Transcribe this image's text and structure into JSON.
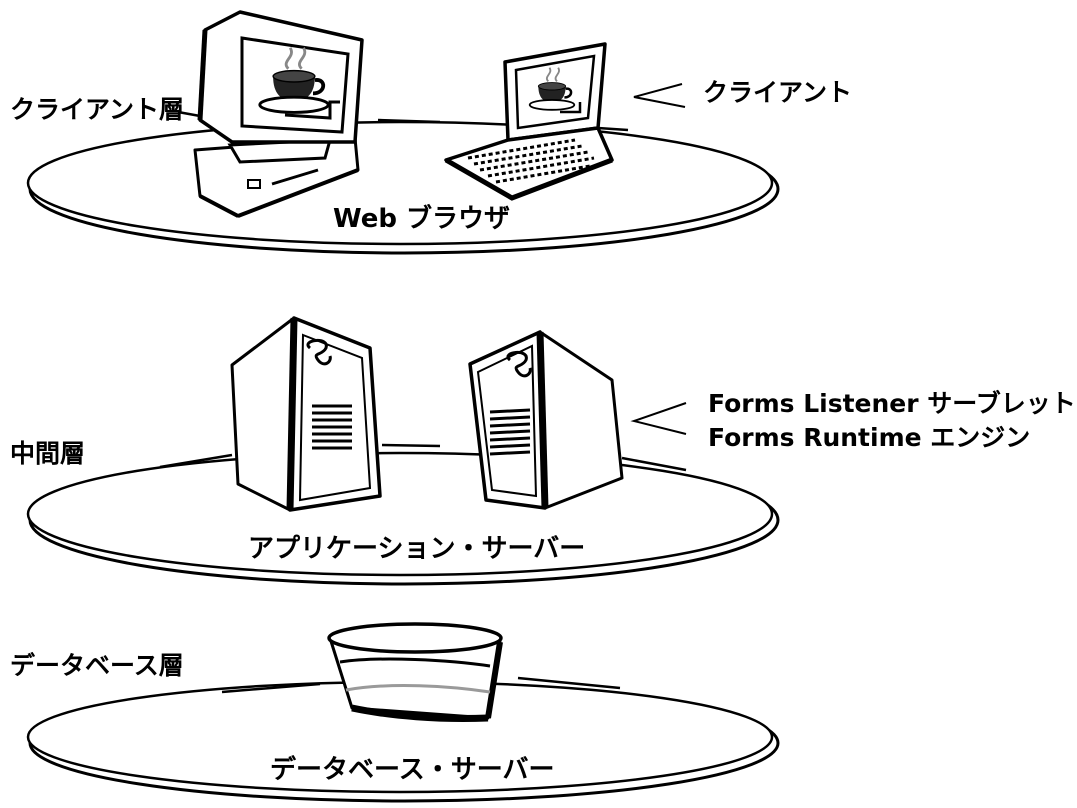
{
  "tiers": {
    "client": {
      "tier_label": "クライアント層",
      "platform_label": "Web ブラウザ",
      "callout": "クライアント"
    },
    "middle": {
      "tier_label": "中間層",
      "platform_label": "アプリケーション・サーバー",
      "callout_lines": [
        "Forms Listener サーブレット",
        "Forms Runtime エンジン"
      ]
    },
    "database": {
      "tier_label": "データベース層",
      "platform_label": "データベース・サーバー"
    }
  },
  "icons": [
    "desktop-computer-icon",
    "laptop-icon",
    "coffee-cup-icon",
    "server-tower-icon",
    "database-icon"
  ],
  "colors": {
    "ink": "#000000",
    "background": "#ffffff",
    "accent_gray": "#9a9a9a"
  }
}
